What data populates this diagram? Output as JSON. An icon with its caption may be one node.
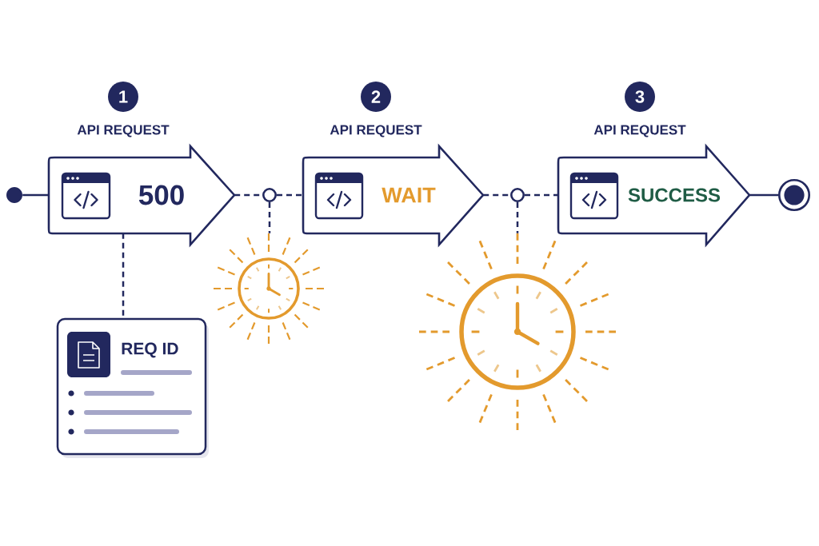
{
  "diagram": {
    "nodes": [
      {
        "text": [
          "1"
        ]
      },
      {
        "text": [
          "2"
        ]
      },
      {
        "text": [
          "3"
        ]
      },
      {
        "text": [],
        "shape": "circle"
      },
      {
        "text": [
          "API REQUEST",
          "500"
        ]
      },
      {
        "text": [],
        "shape": "circle"
      },
      {
        "text": [
          "API REQUEST",
          "WAIT"
        ]
      },
      {
        "text": [],
        "shape": "circle"
      },
      {
        "text": [
          "API REQUEST",
          "SUCCESS"
        ]
      },
      {
        "text": [],
        "shape": "circle"
      },
      {
        "text": [],
        "shape": "picture"
      },
      {
        "text": [
          "REQ ID"
        ]
      },
      {
        "text": [],
        "shape": "picture"
      }
    ],
    "edges": [
      {
        "from": 3,
        "to": 4,
        "arrow": "none"
      },
      {
        "from": 4,
        "to": 5,
        "arrow": "none",
        "style": "dashed"
      },
      {
        "from": 5,
        "to": 6,
        "arrow": "none",
        "style": "dashed"
      },
      {
        "from": 5,
        "to": 10,
        "arrow": "none",
        "style": "dashed"
      },
      {
        "from": 6,
        "to": 7,
        "arrow": "none",
        "style": "dashed"
      },
      {
        "from": 7,
        "to": 8,
        "arrow": "none",
        "style": "dashed"
      },
      {
        "from": 7,
        "to": 12,
        "arrow": "none",
        "style": "dashed"
      },
      {
        "from": 8,
        "to": 9,
        "arrow": "none"
      },
      {
        "from": 4,
        "to": 11,
        "arrow": "none",
        "style": "dashed"
      }
    ]
  }
}
